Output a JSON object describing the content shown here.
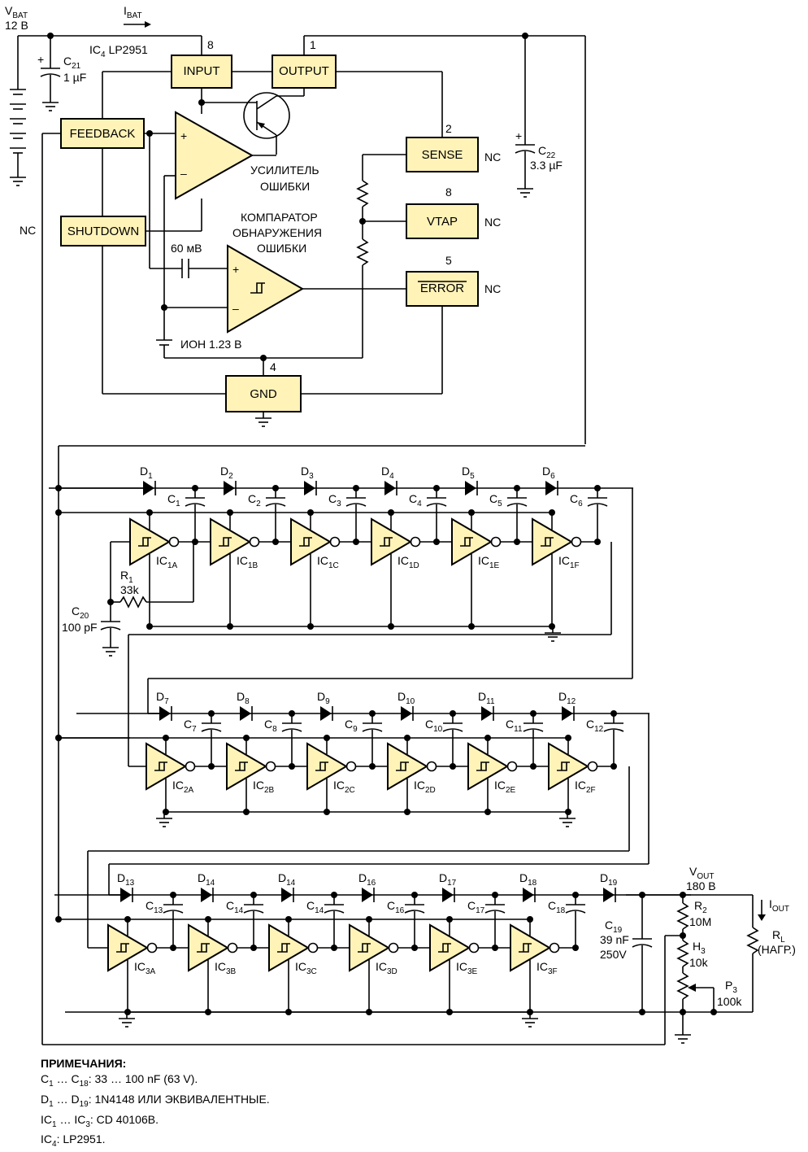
{
  "title_block": {
    "vbat": "V",
    "vbat_sub": "BAT",
    "vbat_value": "12 B",
    "ibat": "I",
    "ibat_sub": "BAT",
    "ic4_label": "IC",
    "ic4_sub": "4",
    "ic4_part": "LP2951",
    "c21": "C",
    "c21_sub": "21",
    "c21_value": "1 µF",
    "c22": "C",
    "c22_sub": "22",
    "c22_value": "3.3 µF"
  },
  "blocks": {
    "input": "INPUT",
    "output": "OUTPUT",
    "feedback": "FEEDBACK",
    "shutdown": "SHUTDOWN",
    "sense": "SENSE",
    "vtap": "VTAP",
    "error": "ERROR",
    "gnd": "GND"
  },
  "pins": {
    "p8a": "8",
    "p1": "1",
    "p2": "2",
    "p8b": "8",
    "p5": "5",
    "p4": "4"
  },
  "nc": {
    "nc1": "NC",
    "nc2": "NC",
    "nc3": "NC",
    "nc4": "NC"
  },
  "amp_labels": {
    "err_amp_1": "УСИЛИТЕЛЬ",
    "err_amp_2": "ОШИБКИ",
    "comp_1": "КОМПАРАТОР",
    "comp_2": "ОБНАРУЖЕНИЯ",
    "comp_3": "ОШИБКИ",
    "mv60": "60 мВ",
    "ion": "ИОН 1.23 В"
  },
  "row1": {
    "diodes": [
      "D",
      "D",
      "D",
      "D",
      "D",
      "D"
    ],
    "diode_subs": [
      "1",
      "2",
      "3",
      "4",
      "5",
      "6"
    ],
    "caps": [
      "C",
      "C",
      "C",
      "C",
      "C",
      "C"
    ],
    "cap_subs": [
      "1",
      "2",
      "3",
      "4",
      "5",
      "6"
    ],
    "ics": [
      "IC",
      "IC",
      "IC",
      "IC",
      "IC",
      "IC"
    ],
    "ic_subs": [
      "1A",
      "1B",
      "1C",
      "1D",
      "1E",
      "1F"
    ],
    "r1": "R",
    "r1_sub": "1",
    "r1_value": "33k",
    "c20": "C",
    "c20_sub": "20",
    "c20_value": "100 pF"
  },
  "row2": {
    "diodes": [
      "D",
      "D",
      "D",
      "D",
      "D",
      "D"
    ],
    "diode_subs": [
      "7",
      "8",
      "9",
      "10",
      "11",
      "12"
    ],
    "caps": [
      "C",
      "C",
      "C",
      "C",
      "C",
      "C"
    ],
    "cap_subs": [
      "7",
      "8",
      "9",
      "10",
      "11",
      "12"
    ],
    "ics": [
      "IC",
      "IC",
      "IC",
      "IC",
      "IC",
      "IC"
    ],
    "ic_subs": [
      "2A",
      "2B",
      "2C",
      "2D",
      "2E",
      "2F"
    ]
  },
  "row3": {
    "diodes": [
      "D",
      "D",
      "D",
      "D",
      "D",
      "D",
      "D"
    ],
    "diode_subs": [
      "13",
      "14",
      "14",
      "16",
      "17",
      "18",
      "19"
    ],
    "caps": [
      "C",
      "C",
      "C",
      "C",
      "C",
      "C"
    ],
    "cap_subs": [
      "13",
      "14",
      "14",
      "16",
      "17",
      "18"
    ],
    "ics": [
      "IC",
      "IC",
      "IC",
      "IC",
      "IC",
      "IC"
    ],
    "ic_subs": [
      "3A",
      "3B",
      "3C",
      "3D",
      "3E",
      "3F"
    ]
  },
  "output_stage": {
    "vout": "V",
    "vout_sub": "OUT",
    "vout_value": "180 B",
    "iout": "I",
    "iout_sub": "OUT",
    "c19": "C",
    "c19_sub": "19",
    "c19_value1": "39 nF",
    "c19_value2": "250V",
    "r2": "R",
    "r2_sub": "2",
    "r2_value": "10M",
    "h3": "H",
    "h3_sub": "3",
    "h3_value": "10k",
    "p3": "P",
    "p3_sub": "3",
    "p3_value": "100k",
    "rl": "R",
    "rl_sub": "L",
    "rl_value": "(НАГР.)"
  },
  "notes": {
    "heading": "ПРИМЕЧАНИЯ:",
    "n1_a": "C",
    "n1_a_sub": "1",
    "n1_b": " … C",
    "n1_b_sub": "18",
    "n1_c": ": 33 … 100 nF (63 V).",
    "n2_a": "D",
    "n2_a_sub": "1",
    "n2_b": " … D",
    "n2_b_sub": "19",
    "n2_c": ": 1N4148 ИЛИ ЭКВИВАЛЕНТНЫЕ.",
    "n3_a": "IC",
    "n3_a_sub": "1",
    "n3_b": " … IC",
    "n3_b_sub": "3",
    "n3_c": ": CD 40106B.",
    "n4_a": "IC",
    "n4_a_sub": "4",
    "n4_c": ": LP2951."
  }
}
